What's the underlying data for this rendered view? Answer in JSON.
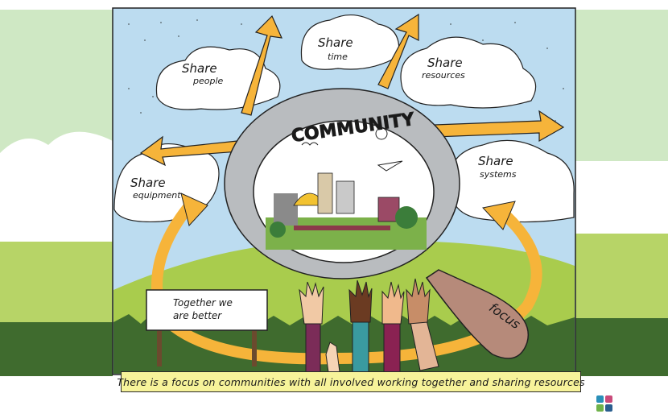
{
  "illustration": {
    "center_label": "COMMUNITY",
    "focus_label": "focus",
    "sign_text_line1": "Together we",
    "sign_text_line2": "are better",
    "shares": [
      {
        "top": "Share",
        "bottom": "people"
      },
      {
        "top": "Share",
        "bottom": "time"
      },
      {
        "top": "Share",
        "bottom": "resources"
      },
      {
        "top": "Share",
        "bottom": "systems"
      },
      {
        "top": "Share",
        "bottom": "equipment"
      }
    ],
    "caption": "There is a focus on communities with all involved working together and sharing resources"
  },
  "colors": {
    "sky": "#bcdcf0",
    "side_sky": "#cfe8c4",
    "hill": "#a9cc4d",
    "grass_dark": "#3f6b2e",
    "arrow": "#f6b43a",
    "ring": "#b9bcbf",
    "banner": "#f7f39a"
  },
  "icons": [
    "arrow-icon",
    "sun-icon",
    "bird-icon",
    "airplane-icon",
    "raised-hand-icon",
    "logo-icon"
  ]
}
